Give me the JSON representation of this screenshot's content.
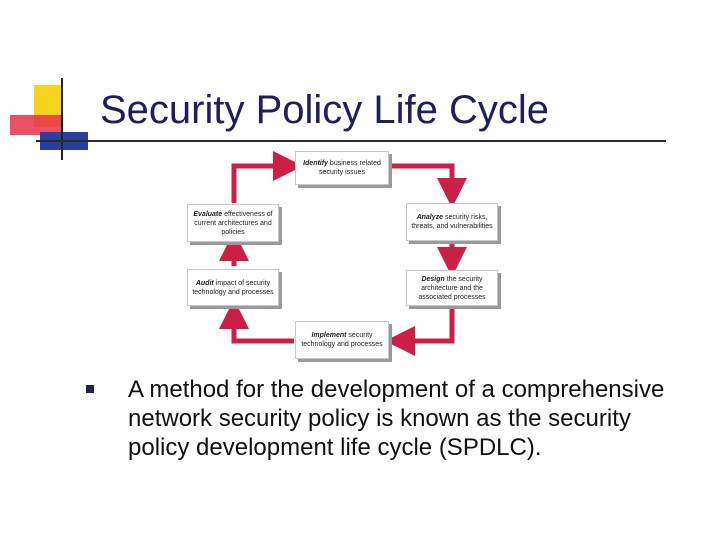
{
  "slide": {
    "title": "Security Policy Life Cycle",
    "bullet_text": "A method for the development of a comprehensive network security policy is known as the security policy development life cycle (SPDLC)."
  },
  "diagram": {
    "stages": {
      "identify": {
        "keyword": "Identify",
        "text": "business related security issues"
      },
      "analyze": {
        "keyword": "Analyze",
        "text": "security risks, threats, and vulnerabilities"
      },
      "design": {
        "keyword": "Design",
        "text": "the security architecture and the associated processes"
      },
      "implement": {
        "keyword": "Implement",
        "text": "security technology and processes"
      },
      "audit": {
        "keyword": "Audit",
        "text": "impact of security technology and processes"
      },
      "evaluate": {
        "keyword": "Evaluate",
        "text": "effectiveness of current architectures and policies"
      }
    },
    "colors": {
      "arrow": "#cc1f45",
      "title": "#1f1f5c",
      "logo_yellow": "#f7d21e",
      "logo_red": "#e8334a",
      "logo_blue": "#2a3f9e"
    }
  }
}
